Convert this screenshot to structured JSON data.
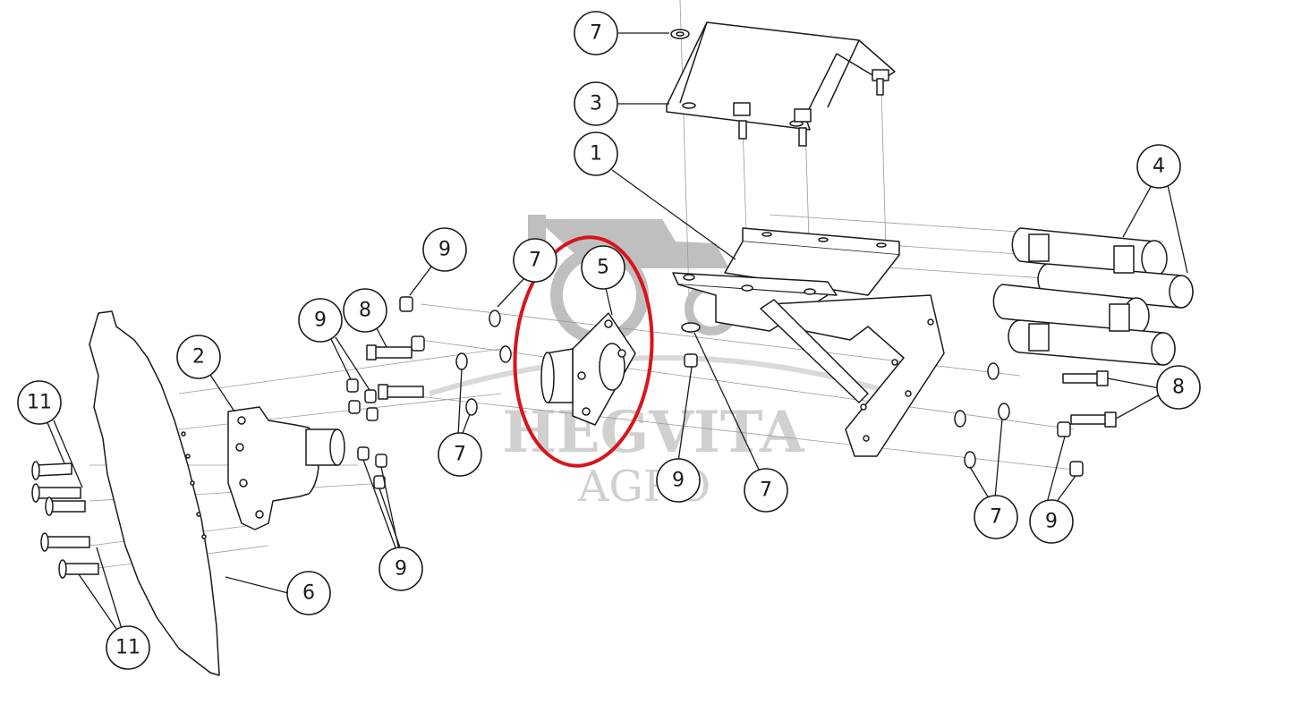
{
  "diagram": {
    "callouts": [
      {
        "id": "c7-top",
        "label": "7"
      },
      {
        "id": "c3",
        "label": "3"
      },
      {
        "id": "c1",
        "label": "1"
      },
      {
        "id": "c4",
        "label": "4"
      },
      {
        "id": "c9-a",
        "label": "9"
      },
      {
        "id": "c7-b",
        "label": "7"
      },
      {
        "id": "c5",
        "label": "5"
      },
      {
        "id": "c9-b",
        "label": "9"
      },
      {
        "id": "c8-a",
        "label": "8"
      },
      {
        "id": "c2",
        "label": "2"
      },
      {
        "id": "c11-a",
        "label": "11"
      },
      {
        "id": "c7-c",
        "label": "7"
      },
      {
        "id": "c9-c",
        "label": "9"
      },
      {
        "id": "c7-d",
        "label": "7"
      },
      {
        "id": "c8-b",
        "label": "8"
      },
      {
        "id": "c7-e",
        "label": "7"
      },
      {
        "id": "c9-d",
        "label": "9"
      },
      {
        "id": "c9-e",
        "label": "9"
      },
      {
        "id": "c6",
        "label": "6"
      },
      {
        "id": "c11-b",
        "label": "11"
      }
    ],
    "highlight_color": "#d9141b",
    "watermark": {
      "line1": "HEGVITA",
      "line2": "AGRO",
      "icon": "tractor-icon"
    }
  }
}
